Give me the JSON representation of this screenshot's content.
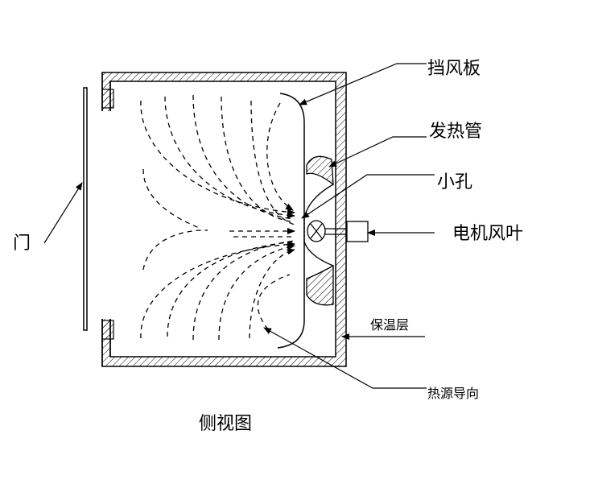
{
  "labels": {
    "baffle": "挡风板",
    "heater": "发热管",
    "hole": "小孔",
    "motor_fan": "电机风叶",
    "door": "门",
    "insulation": "保温层",
    "heat_flow": "热源导向",
    "caption": "侧视图"
  },
  "colors": {
    "line": "#000000",
    "background": "#ffffff"
  }
}
